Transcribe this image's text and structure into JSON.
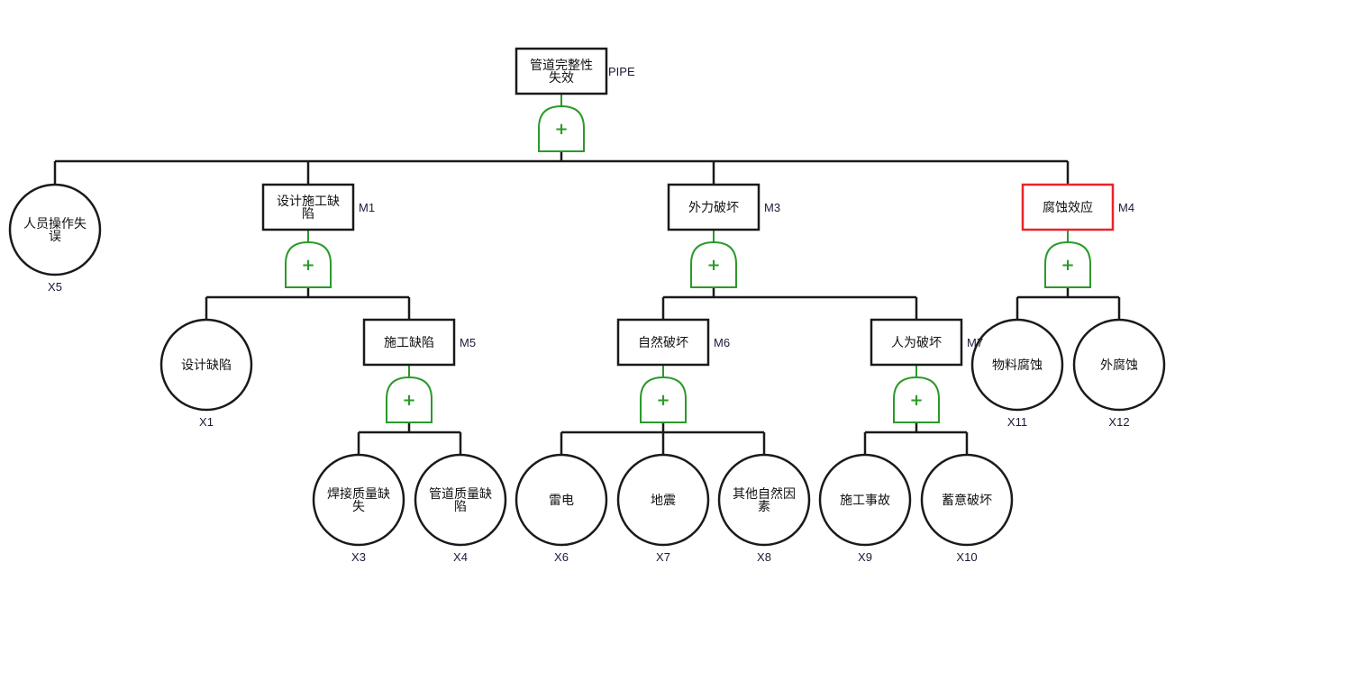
{
  "diagram": {
    "colors": {
      "line": "#1a1a1a",
      "gate": "#2a9a2a",
      "highlight": "#e8232a"
    },
    "nodes": [
      {
        "id": "PIPE",
        "label": "管道完整性失效",
        "type": "event",
        "gate": "or",
        "children": [
          "X5",
          "M1",
          "M3",
          "M4"
        ]
      },
      {
        "id": "X5",
        "label": "人员操作失误",
        "type": "basic"
      },
      {
        "id": "M1",
        "label": "设计施工缺陷",
        "type": "event",
        "gate": "or",
        "children": [
          "X1",
          "M5"
        ]
      },
      {
        "id": "X1",
        "label": "设计缺陷",
        "type": "basic"
      },
      {
        "id": "M5",
        "label": "施工缺陷",
        "type": "event",
        "gate": "or",
        "children": [
          "X3",
          "X4"
        ]
      },
      {
        "id": "X3",
        "label": "焊接质量缺失",
        "type": "basic"
      },
      {
        "id": "X4",
        "label": "管道质量缺陷",
        "type": "basic"
      },
      {
        "id": "M3",
        "label": "外力破坏",
        "type": "event",
        "gate": "or",
        "children": [
          "M6",
          "M7"
        ]
      },
      {
        "id": "M6",
        "label": "自然破坏",
        "type": "event",
        "gate": "or",
        "children": [
          "X6",
          "X7",
          "X8"
        ]
      },
      {
        "id": "X6",
        "label": "雷电",
        "type": "basic"
      },
      {
        "id": "X7",
        "label": "地震",
        "type": "basic"
      },
      {
        "id": "X8",
        "label": "其他自然因素",
        "type": "basic"
      },
      {
        "id": "M7",
        "label": "人为破坏",
        "type": "event",
        "gate": "or",
        "children": [
          "X9",
          "X10"
        ]
      },
      {
        "id": "X9",
        "label": "施工事故",
        "type": "basic"
      },
      {
        "id": "X10",
        "label": "蓄意破坏",
        "type": "basic"
      },
      {
        "id": "M4",
        "label": "腐蚀效应",
        "type": "event",
        "gate": "or",
        "highlighted": true,
        "children": [
          "X11",
          "X12"
        ]
      },
      {
        "id": "X11",
        "label": "物料腐蚀",
        "type": "basic"
      },
      {
        "id": "X12",
        "label": "外腐蚀",
        "type": "basic"
      }
    ],
    "gate_symbol": "+"
  }
}
